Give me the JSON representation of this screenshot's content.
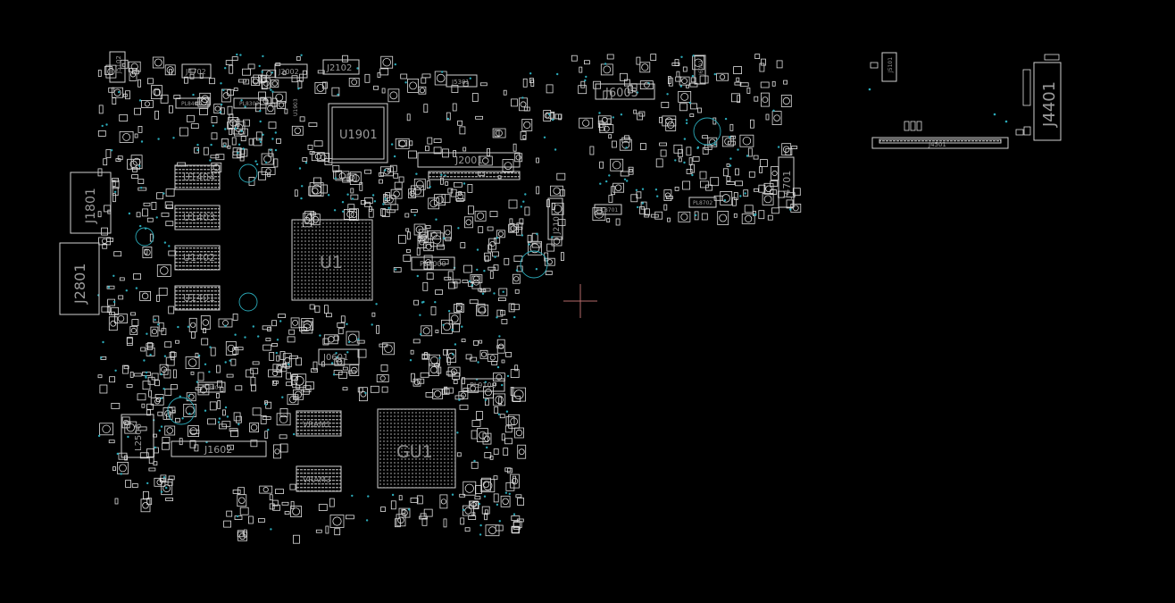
{
  "colors": {
    "background": "#000000",
    "outline": "#cfcfcf",
    "via": "#2aa9b8",
    "label": "#9a9a9a",
    "cursor": "#b46a6a"
  },
  "labels": {
    "u1901": "U1901",
    "u1": "U1",
    "gu1": "GU1",
    "j2001": "J2001",
    "j1801": "J1801",
    "j2801": "J2801",
    "j1602": "J1602",
    "j0601": "J0601",
    "j6003": "J6003",
    "j4701": "J4701",
    "j4401": "J4401",
    "j2102": "J2102",
    "j2002": "J2002",
    "j4702": "J4702",
    "j5301": "J5301",
    "j5101": "J5101",
    "j5102": "J5102",
    "j2101": "J2101",
    "j4501": "J4501",
    "u1404": "U1404",
    "u1403": "U1403",
    "u1402": "U1402",
    "u1401": "U1401",
    "l2506": "L2506",
    "vram1": "VRAM1",
    "vram3": "VRAM3",
    "pl9100": "PL9100",
    "pl8000": "PL8000",
    "pl8701": "PL8701",
    "pl8702": "PL8702",
    "pl8401": "PL8401",
    "pl8302": "PL8302",
    "pl3801": "PL3801",
    "u1903": "U1903",
    "j6001": "J6001",
    "l2801": "L2801"
  }
}
